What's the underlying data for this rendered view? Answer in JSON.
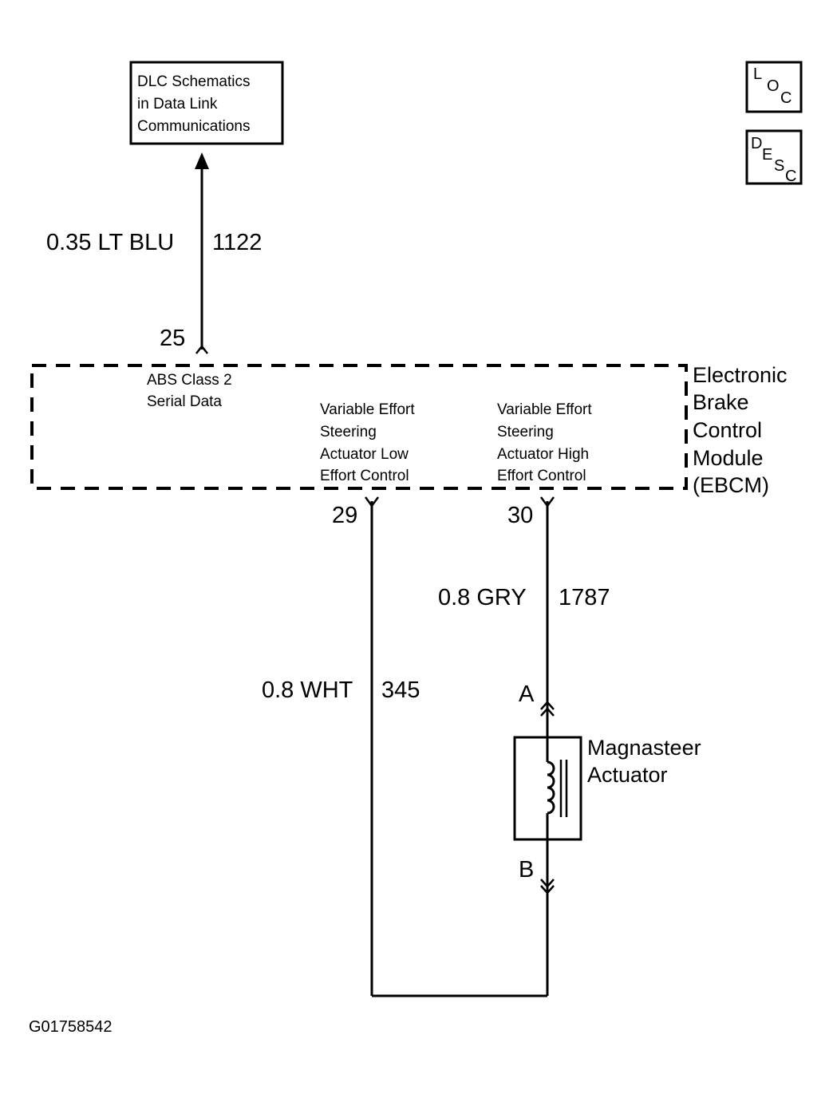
{
  "dlc_box": {
    "lines": [
      "DLC Schematics",
      "in Data Link",
      "Communications"
    ]
  },
  "loc_icon": {
    "l1": "L",
    "l2": "O",
    "l3": "C"
  },
  "desc_icon": {
    "l1": "D",
    "l2": "E",
    "l3": "S",
    "l4": "C"
  },
  "wires": {
    "serial": {
      "spec": "0.35 LT BLU",
      "circuit": "1122",
      "pin": "25"
    },
    "low": {
      "spec": "0.8 WHT",
      "circuit": "345",
      "pin": "29"
    },
    "high": {
      "spec": "0.8 GRY",
      "circuit": "1787",
      "pin": "30"
    }
  },
  "module": {
    "name_lines": [
      "Electronic",
      "Brake",
      "Control",
      "Module",
      "(EBCM)"
    ],
    "serial_label": [
      "ABS Class 2",
      "Serial Data"
    ],
    "low_label": [
      "Variable Effort",
      "Steering",
      "Actuator Low",
      "Effort Control"
    ],
    "high_label": [
      "Variable Effort",
      "Steering",
      "Actuator High",
      "Effort Control"
    ]
  },
  "actuator": {
    "name_lines": [
      "Magnasteer",
      "Actuator"
    ],
    "terminal_a": "A",
    "terminal_b": "B"
  },
  "figure_code": "G01758542"
}
